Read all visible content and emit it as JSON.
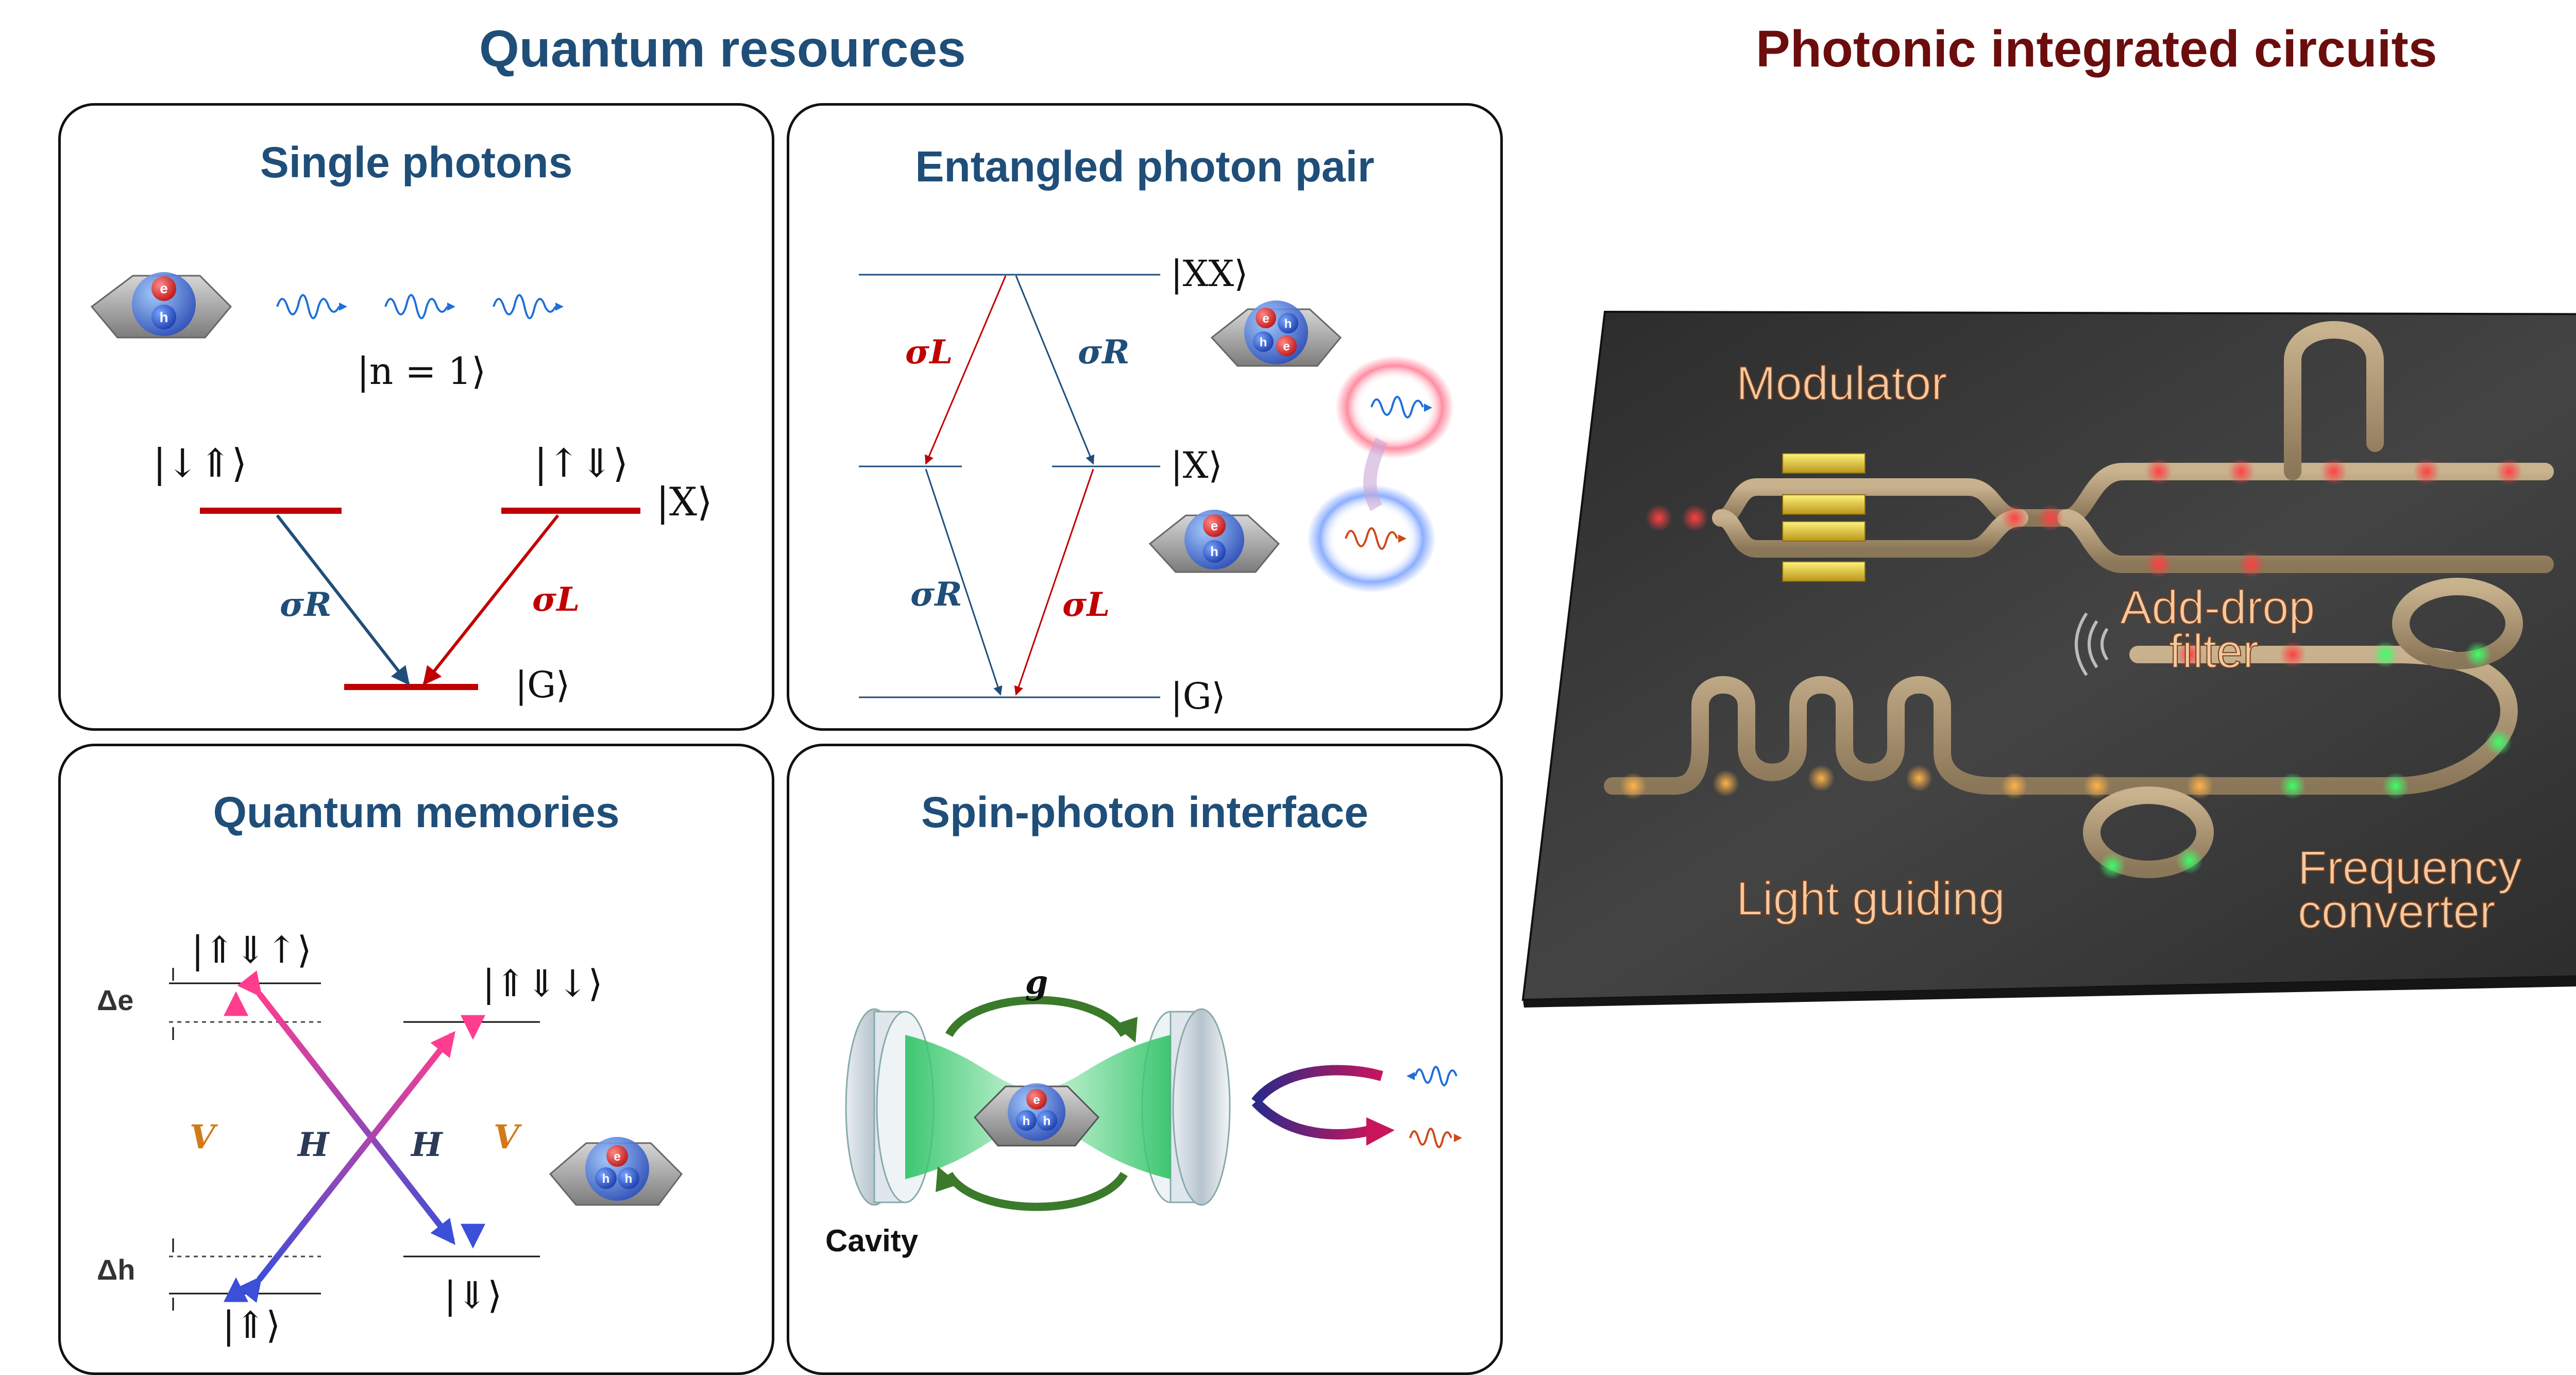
{
  "headings": {
    "left": "Quantum resources",
    "right": "Photonic integrated circuits"
  },
  "colors": {
    "heading_left": "#1f4e79",
    "heading_right": "#6b0d0d",
    "panel_title": "#1f4e79",
    "sigma_left": "#c00000",
    "sigma_right": "#1f4e79",
    "level_red": "#c00000",
    "spin_up_arrow": "#e02020",
    "spin_down_arrow": "#2a8bd8",
    "chip_label": "#f4c9a2",
    "chip_surface": "#3a3a3a"
  },
  "panels": {
    "single_photons": {
      "title": "Single photons",
      "photon_state": "|n = 1⟩",
      "level_left": "|↓⇑⟩",
      "level_right": "|↑⇓⟩",
      "exciton": "|X⟩",
      "ground": "|G⟩",
      "sigma_r": "σR",
      "sigma_l": "σL",
      "electron": "e",
      "hole": "h"
    },
    "entangled_pair": {
      "title": "Entangled photon pair",
      "biexciton": "|XX⟩",
      "exciton": "|X⟩",
      "ground": "|G⟩",
      "sigma_l": "σL",
      "sigma_r_top": "σR",
      "sigma_r_bottom": "σR",
      "sigma_l_bottom": "σL",
      "electron": "e",
      "hole": "h"
    },
    "quantum_memories": {
      "title": "Quantum memories",
      "excited_left": "|⇑⇓↑⟩",
      "excited_right": "|⇑⇓↓⟩",
      "ground_left": "|⇑⟩",
      "ground_right": "|⇓⟩",
      "delta_e": "Δe",
      "delta_h": "Δh",
      "v_left": "V",
      "v_right": "V",
      "h_left": "H",
      "h_right": "H",
      "electron": "e",
      "hole": "h"
    },
    "spin_photon": {
      "title": "Spin-photon interface",
      "coupling": "g",
      "cavity_label": "Cavity",
      "electron": "e",
      "hole": "h"
    }
  },
  "chip": {
    "modulator": "Modulator",
    "add_drop_line1": "Add-drop",
    "add_drop_line2": "filter",
    "light_guiding": "Light guiding",
    "frequency_line1": "Frequency",
    "frequency_line2": "converter"
  }
}
